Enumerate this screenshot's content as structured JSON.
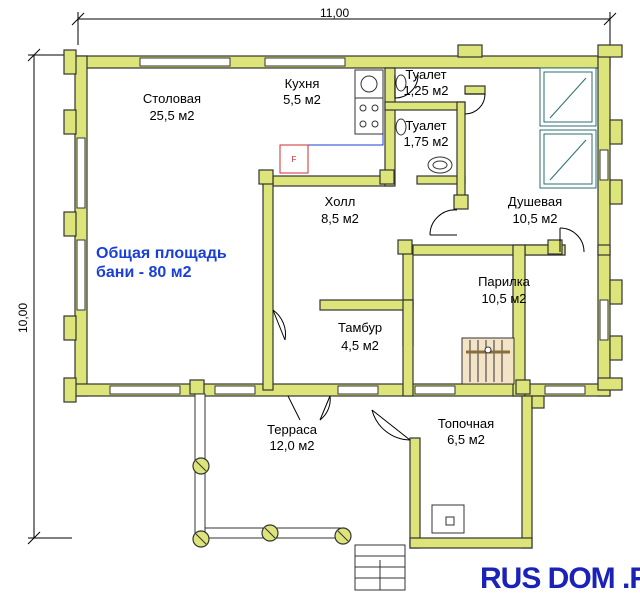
{
  "dimensions": {
    "width_label": "11,00",
    "height_label": "10,00"
  },
  "area_note": {
    "line1": "Общая площадь",
    "line2": "бани - 80 м2"
  },
  "rooms": [
    {
      "name": "Столовая",
      "area": "25,5 м2"
    },
    {
      "name": "Кухня",
      "area": "5,5 м2"
    },
    {
      "name": "Туалет",
      "area": "1,25 м2"
    },
    {
      "name": "Туалет",
      "area": "1,75 м2"
    },
    {
      "name": "Холл",
      "area": "8,5 м2"
    },
    {
      "name": "Душевая",
      "area": "10,5 м2"
    },
    {
      "name": "Парилка",
      "area": "10,5 м2"
    },
    {
      "name": "Тамбур",
      "area": "4,5 м2"
    },
    {
      "name": "Терраса",
      "area": "12,0 м2"
    },
    {
      "name": "Топочная",
      "area": "6,5 м2"
    }
  ],
  "fridge_mark": "F",
  "brand": "RUS DOM .RU",
  "colors": {
    "wall": "#dde47a",
    "wall_stroke": "#333333",
    "brand": "#1a22b8",
    "note": "#1a3fd6"
  }
}
